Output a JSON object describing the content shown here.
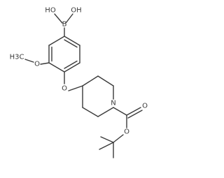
{
  "structure": {
    "atoms": {
      "hydroxyl_left": "HO",
      "hydroxyl_right": "OH",
      "boron": "B",
      "methoxy_methyl": "H3C",
      "methoxy_oxygen": "O",
      "ether_oxygen": "O",
      "piperidine_nitrogen": "N",
      "ester_oxygen": "O",
      "carbonyl_oxygen": "O"
    }
  }
}
